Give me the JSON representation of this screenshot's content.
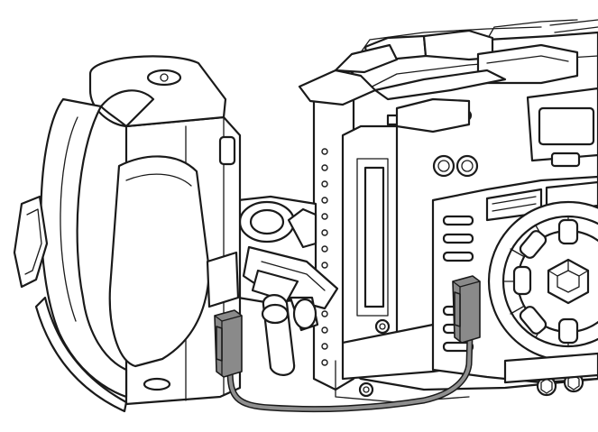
{
  "figure": {
    "background": "#ffffff",
    "line_color": "#1a1a1a",
    "cable_color": "#8f8f8f",
    "connector_color": "#8a8a8a",
    "components": [
      "side-handle",
      "nato-clamp",
      "camera-cage",
      "camera-body",
      "cooling-fan",
      "control-cable"
    ]
  }
}
